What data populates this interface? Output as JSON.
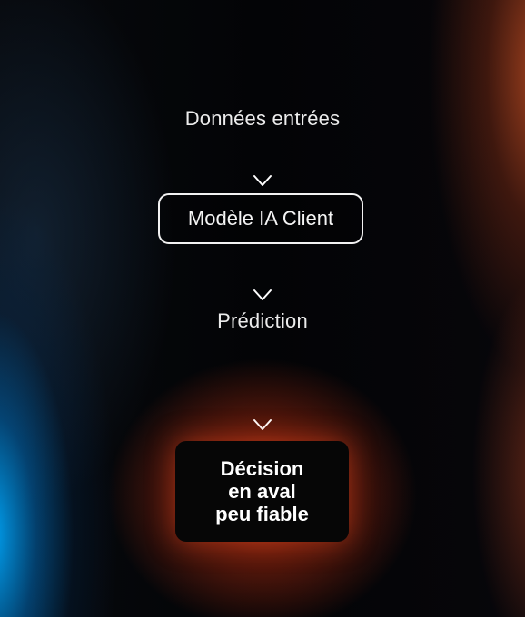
{
  "diagram": {
    "input_label": "Données entrées",
    "model_label": "Modèle IA Client",
    "prediction_label": "Prédiction",
    "decision_label": "Décision\nen aval\npeu fiable"
  },
  "colors": {
    "text": "#ececec",
    "arrow": "#ffffff",
    "accent_warm": "#d2461e",
    "accent_cool": "#00aaff"
  }
}
